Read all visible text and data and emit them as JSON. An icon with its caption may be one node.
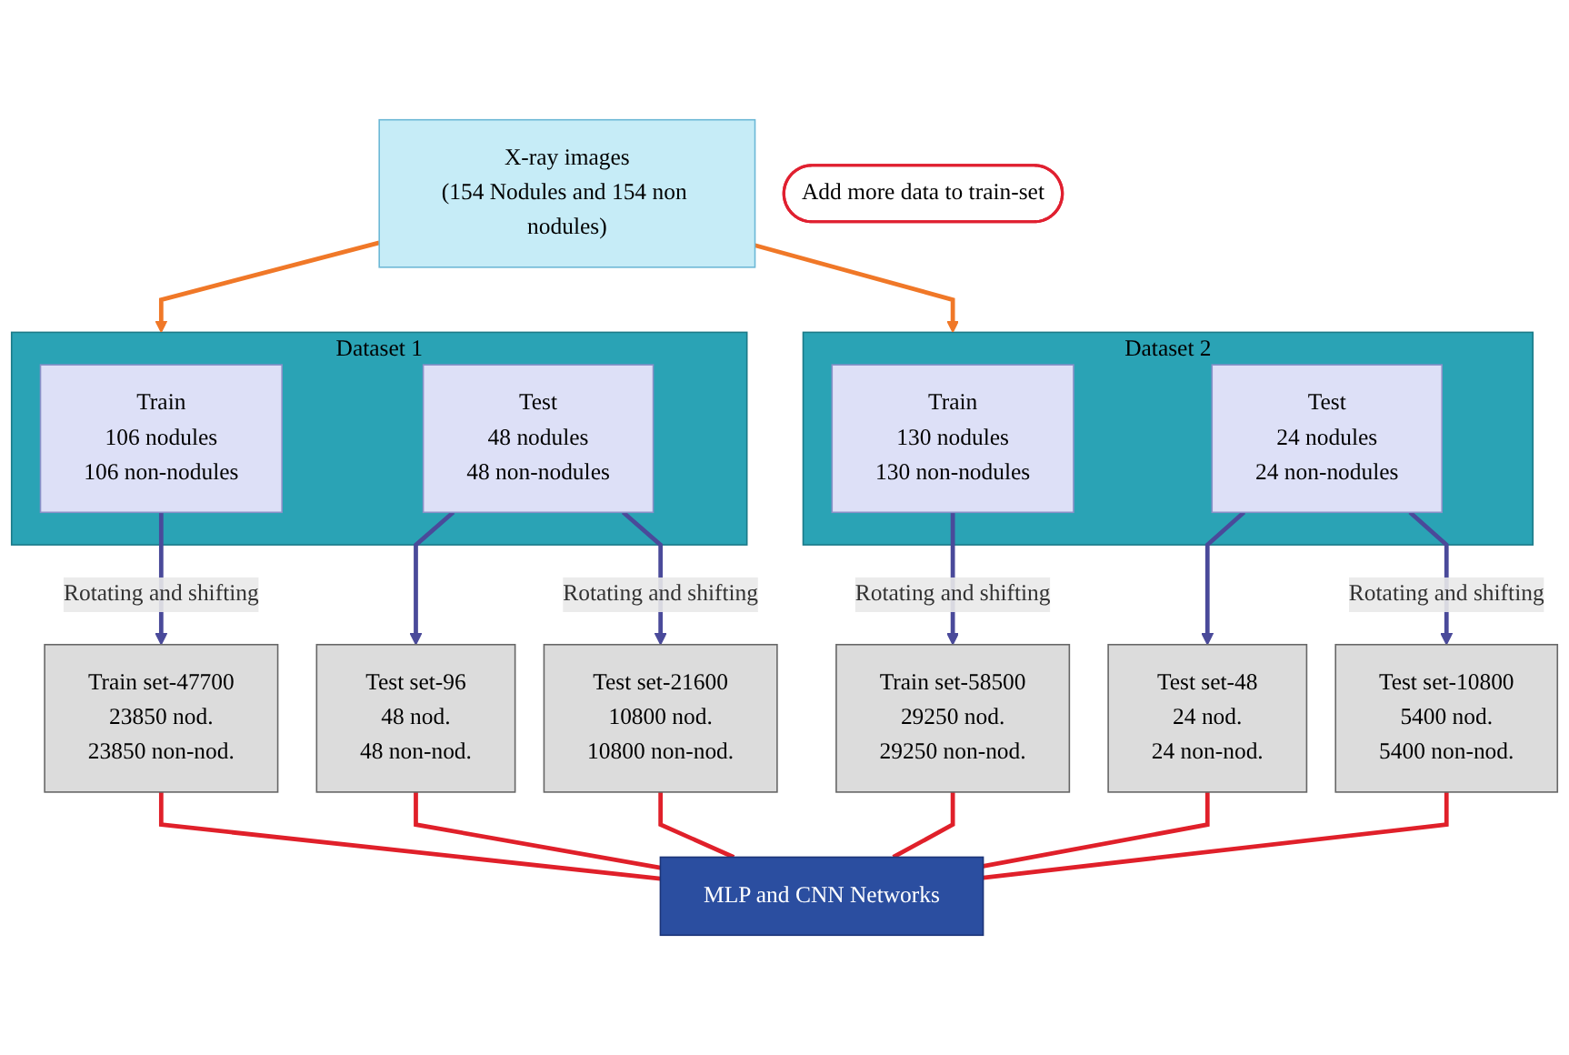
{
  "diagram": {
    "nodes": [
      {
        "text": [
          "X-ray images",
          "(154 Nodules and 154 non nodules)"
        ]
      },
      {
        "text": [
          "Add more data to train-set"
        ]
      },
      {
        "text": [
          "Dataset 1"
        ]
      },
      {
        "text": [
          "Train",
          "106 nodules",
          "106 non-nodules"
        ],
        "in": 2
      },
      {
        "text": [
          "Test",
          "48 nodules",
          "48 non-nodules"
        ],
        "in": 2
      },
      {
        "text": [
          "Dataset 2"
        ]
      },
      {
        "text": [
          "Train",
          "130 nodules",
          "130 non-nodules"
        ],
        "in": 5
      },
      {
        "text": [
          "Test",
          "24 nodules",
          "24 non-nodules"
        ],
        "in": 5
      },
      {
        "text": [
          "Train set-47700",
          "23850 nod.",
          "23850 non-nod."
        ]
      },
      {
        "text": [
          "Test set-96",
          "48 nod.",
          "48 non-nod."
        ]
      },
      {
        "text": [
          "Test set-21600",
          "10800 nod.",
          "10800 non-nod."
        ]
      },
      {
        "text": [
          "Train set-58500",
          "29250 nod.",
          "29250 non-nod."
        ]
      },
      {
        "text": [
          "Test set-48",
          "24 nod.",
          "24 non-nod."
        ]
      },
      {
        "text": [
          "Test set-10800",
          "5400 nod.",
          "5400 non-nod."
        ]
      },
      {
        "text": [
          "MLP and CNN Networks"
        ]
      }
    ],
    "edges": [
      {
        "from": 0,
        "to": 2,
        "arrow": "to",
        "color": "#f07828"
      },
      {
        "from": 0,
        "to": 5,
        "arrow": "to",
        "color": "#f07828"
      },
      {
        "from": 3,
        "to": 8,
        "arrow": "to",
        "label": "Rotating and shifting",
        "color": "#4a4a9a"
      },
      {
        "from": 4,
        "to": 9,
        "arrow": "to",
        "color": "#4a4a9a"
      },
      {
        "from": 4,
        "to": 10,
        "arrow": "to",
        "label": "Rotating and shifting",
        "color": "#4a4a9a"
      },
      {
        "from": 6,
        "to": 11,
        "arrow": "to",
        "label": "Rotating and shifting",
        "color": "#4a4a9a"
      },
      {
        "from": 7,
        "to": 12,
        "arrow": "to",
        "color": "#4a4a9a"
      },
      {
        "from": 7,
        "to": 13,
        "arrow": "to",
        "label": "Rotating and shifting",
        "color": "#4a4a9a"
      },
      {
        "from": 8,
        "to": 14,
        "arrow": "none",
        "color": "#e0202a"
      },
      {
        "from": 9,
        "to": 14,
        "arrow": "none",
        "color": "#e0202a"
      },
      {
        "from": 10,
        "to": 14,
        "arrow": "none",
        "color": "#e0202a"
      },
      {
        "from": 11,
        "to": 14,
        "arrow": "none",
        "color": "#e0202a"
      },
      {
        "from": 12,
        "to": 14,
        "arrow": "none",
        "color": "#e0202a"
      },
      {
        "from": 13,
        "to": 14,
        "arrow": "none",
        "color": "#e0202a"
      }
    ]
  }
}
